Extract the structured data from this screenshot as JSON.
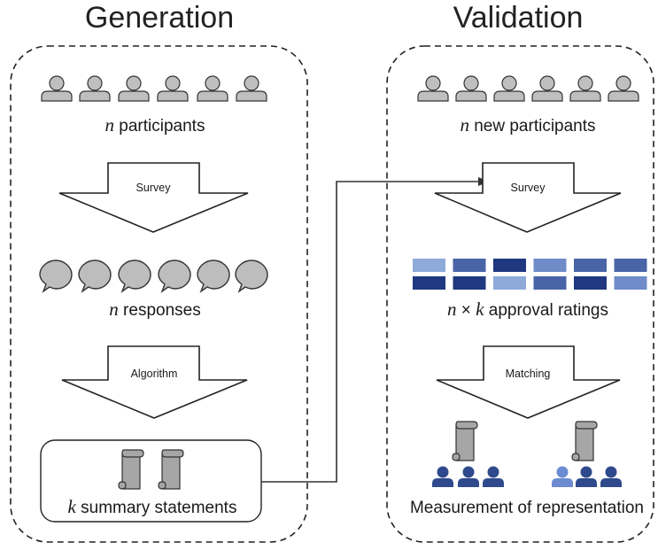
{
  "generation": {
    "title": "Generation",
    "participants_var": "n",
    "participants_label": " participants",
    "survey_label": "Survey",
    "responses_var": "n",
    "responses_label": " responses",
    "algorithm_label": "Algorithm",
    "statements_var": "k",
    "statements_label": " summary statements"
  },
  "validation": {
    "title": "Validation",
    "participants_var": "n",
    "participants_label": " new participants",
    "survey_label": "Survey",
    "ratings_var1": "n",
    "ratings_times": " × ",
    "ratings_var2": "k",
    "ratings_label": " approval ratings",
    "matching_label": "Matching",
    "measurement_label": "Measurement of representation"
  },
  "colors": {
    "person_fill": "#bfbfbf",
    "stroke": "#333333",
    "bubble_fill": "#bdbdbd",
    "scroll_fill": "#a6a6a6",
    "rating_shades": [
      "#8eaadb",
      "#4a64a8",
      "#1f3880",
      "#6f8cc9"
    ],
    "group_dark": "#2f4a8c",
    "group_light": "#6c8bd0"
  },
  "rating_grid": [
    [
      0,
      1,
      2,
      3,
      1,
      1
    ],
    [
      2,
      2,
      0,
      1,
      2,
      3
    ]
  ],
  "group_a_shades": [
    "group_dark",
    "group_dark",
    "group_dark"
  ],
  "group_b_shades": [
    "group_light",
    "group_dark",
    "group_dark"
  ]
}
